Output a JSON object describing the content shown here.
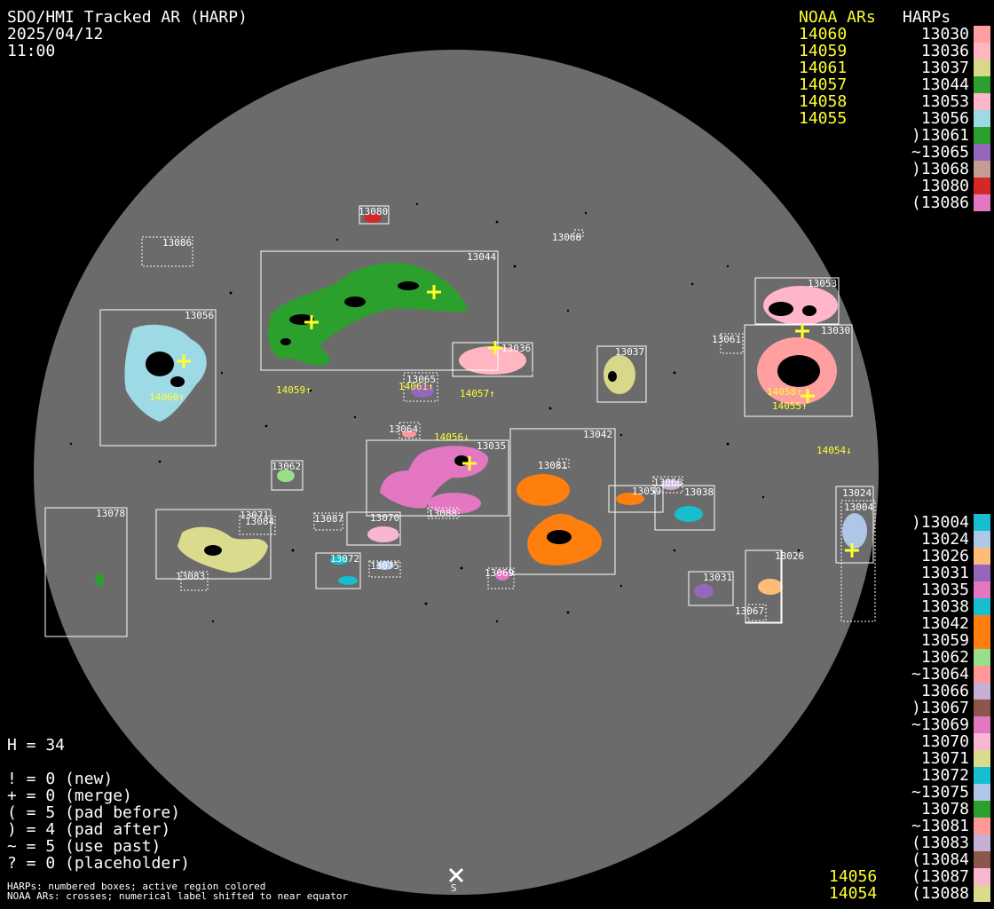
{
  "header": {
    "title": "SDO/HMI Tracked AR (HARP)",
    "date": "2025/04/12",
    "time": "11:00"
  },
  "noaa_title": "NOAA ARs",
  "harps_title": "HARPs",
  "noaa_top": [
    "14060",
    "14059",
    "14061",
    "14057",
    "14058",
    "14055"
  ],
  "harp_top": [
    {
      "label": "13030",
      "color": "#ff9f9f"
    },
    {
      "label": "13036",
      "color": "#ffb6c1"
    },
    {
      "label": "13037",
      "color": "#d8d88a"
    },
    {
      "label": "13044",
      "color": "#2ca02c"
    },
    {
      "label": "13053",
      "color": "#ffb6c8"
    },
    {
      "label": "13056",
      "color": "#9edae5"
    },
    {
      "label": ")13061",
      "color": "#2ca02c"
    },
    {
      "label": "~13065",
      "color": "#9467bd"
    },
    {
      "label": ")13068",
      "color": "#c49c94"
    },
    {
      "label": "13080",
      "color": "#d62728"
    },
    {
      "label": "(13086",
      "color": "#e377c2"
    }
  ],
  "harp_bottom": [
    {
      "label": ")13004",
      "color": "#17becf"
    },
    {
      "label": "13024",
      "color": "#aec7e8"
    },
    {
      "label": "13026",
      "color": "#ffbb78"
    },
    {
      "label": "13031",
      "color": "#9467bd"
    },
    {
      "label": "13035",
      "color": "#e377c2"
    },
    {
      "label": "13038",
      "color": "#17becf"
    },
    {
      "label": "13042",
      "color": "#ff7f0e"
    },
    {
      "label": "13059",
      "color": "#ff7f0e"
    },
    {
      "label": "13062",
      "color": "#98df8a"
    },
    {
      "label": "~13064",
      "color": "#ff9896"
    },
    {
      "label": "13066",
      "color": "#c5b0d5"
    },
    {
      "label": ")13067",
      "color": "#8c564b"
    },
    {
      "label": "~13069",
      "color": "#e377c2"
    },
    {
      "label": "13070",
      "color": "#f7b6d2"
    },
    {
      "label": "13071",
      "color": "#dbdb8d"
    },
    {
      "label": "13072",
      "color": "#17becf"
    },
    {
      "label": "~13075",
      "color": "#aec7e8"
    },
    {
      "label": "13078",
      "color": "#2ca02c"
    },
    {
      "label": "~13081",
      "color": "#ff9896"
    },
    {
      "label": "(13083",
      "color": "#c5b0d5"
    },
    {
      "label": "(13084",
      "color": "#8c564b"
    },
    {
      "label": "(13087",
      "color": "#f7b6d2"
    },
    {
      "label": "(13088",
      "color": "#dbdb8d"
    }
  ],
  "noaa_bottom": [
    "14056",
    "14054"
  ],
  "stats": {
    "h": "H = 34",
    "new": "! = 0 (new)",
    "merge": "+ = 0 (merge)",
    "pad_before": "( = 5 (pad before)",
    "pad_after": ") = 4 (pad after)",
    "use_past": "~ = 5 (use past)",
    "placeholder": "? = 0 (placeholder)"
  },
  "notes": {
    "line1": "HARPs: numbered boxes; active region colored",
    "line2": "NOAA ARs: crosses; numerical label shifted to near equator"
  },
  "south_label": "S",
  "colors": {
    "disk": "#6b6b6b",
    "noaa": "#ffff30",
    "box": "#ffffff"
  },
  "disk_labels": {
    "l13080": "13080",
    "l13086": "13086",
    "l13068": "13068",
    "l13044": "13044",
    "l13056": "13056",
    "l13036": "13036",
    "l13037": "13037",
    "l13053": "13053",
    "l13061": "13061",
    "l13030": "13030",
    "l13065": "13065",
    "l13064": "13064",
    "l13035": "13035",
    "l13042": "13042",
    "l13081": "13081",
    "l13062": "13062",
    "l13066": "13066",
    "l13059": "13059",
    "l13038": "13038",
    "l13024": "13024",
    "l13004": "13004",
    "l13078": "13078",
    "l13071": "13071",
    "l13084": "13084",
    "l13087": "13087",
    "l13070": "13070",
    "l13088": "13088",
    "l13083": "13083",
    "l13072": "13072",
    "l13075": "13075",
    "l13069": "13069",
    "l13026": "13026",
    "l13031": "13031",
    "l13067": "13067",
    "n14059": "14059↑",
    "n14061": "14061↑",
    "n14057": "14057↑",
    "n14060": "14060↑",
    "n14056": "14056↓",
    "n14058": "14058↑",
    "n14055": "14055↑",
    "n14054": "14054↓"
  }
}
